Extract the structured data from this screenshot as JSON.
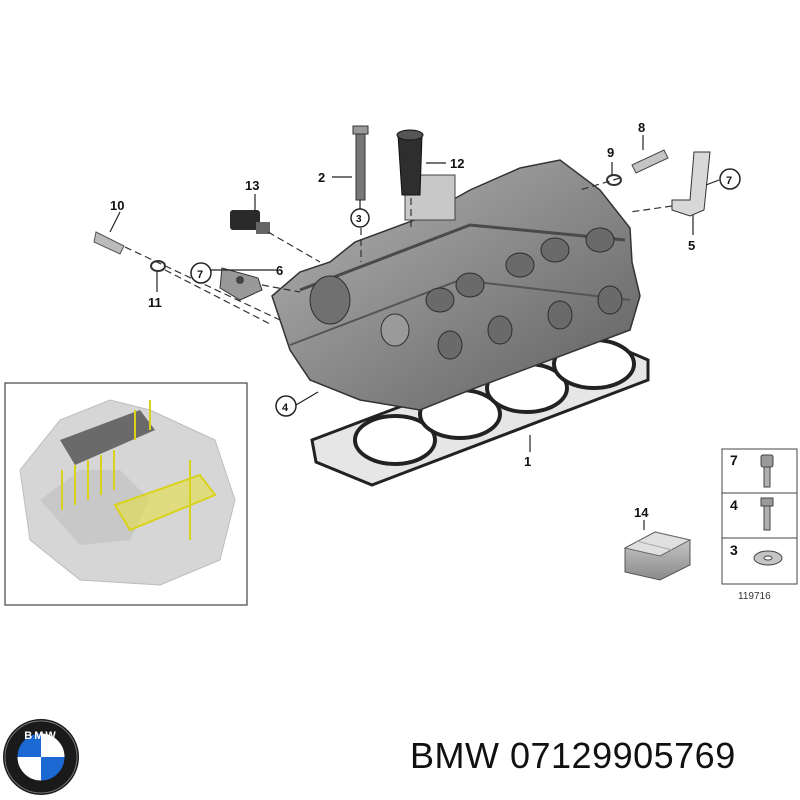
{
  "diagram": {
    "callouts": {
      "n1": "1",
      "n2": "2",
      "n3": "3",
      "n4": "4",
      "n5": "5",
      "n6": "6",
      "n7a": "7",
      "n7b": "7",
      "n8": "8",
      "n9": "9",
      "n10": "10",
      "n11": "11",
      "n12": "12",
      "n13": "13",
      "n14": "14"
    },
    "legend_table": {
      "row1": "7",
      "row2": "4",
      "row3": "3"
    },
    "diagram_number": "119716",
    "colors": {
      "casting": "#8c8c8c",
      "casting_dark": "#5c5c5c",
      "highlight": "#e8e23a",
      "gasket": "#3a3a3a"
    }
  },
  "caption": "BMW 07129905769",
  "logo": {
    "text": "BMW",
    "icon": "bmw-roundel-logo"
  }
}
